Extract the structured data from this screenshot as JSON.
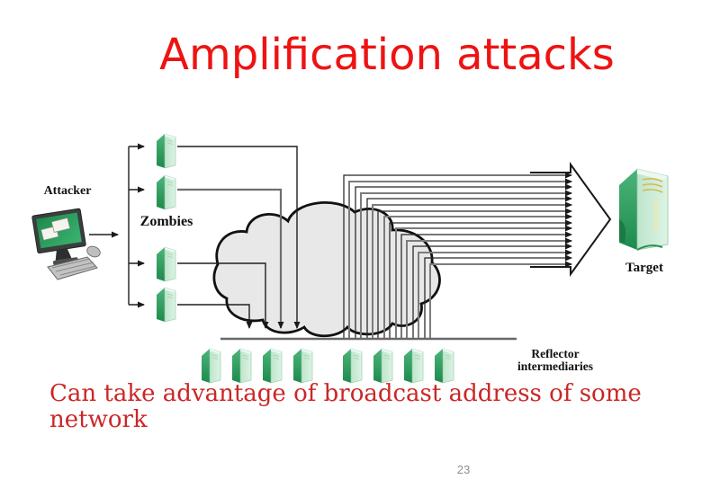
{
  "slide": {
    "title": "Amplification attacks",
    "caption_lines": [
      "Can take advantage of broadcast address of some",
      "network"
    ],
    "page_number": "23"
  },
  "diagram": {
    "labels": {
      "attacker": "Attacker",
      "zombies": "Zombies",
      "reflectors": "Reflector intermediaries",
      "target": "Target"
    },
    "counts": {
      "zombies": 4,
      "reflector_intermediaries": 8,
      "reflected_streams": 16
    },
    "colors": {
      "title_red": "#ee1313",
      "caption_red": "#cb2626",
      "server_green_dark": "#1e8a4d",
      "server_green_light": "#d9f1e1",
      "cloud_fill": "#e8e8e8",
      "line_black": "#1a1a1a",
      "line_gray": "#7c7c7c",
      "page_number_gray": "#8f8f8f"
    }
  }
}
